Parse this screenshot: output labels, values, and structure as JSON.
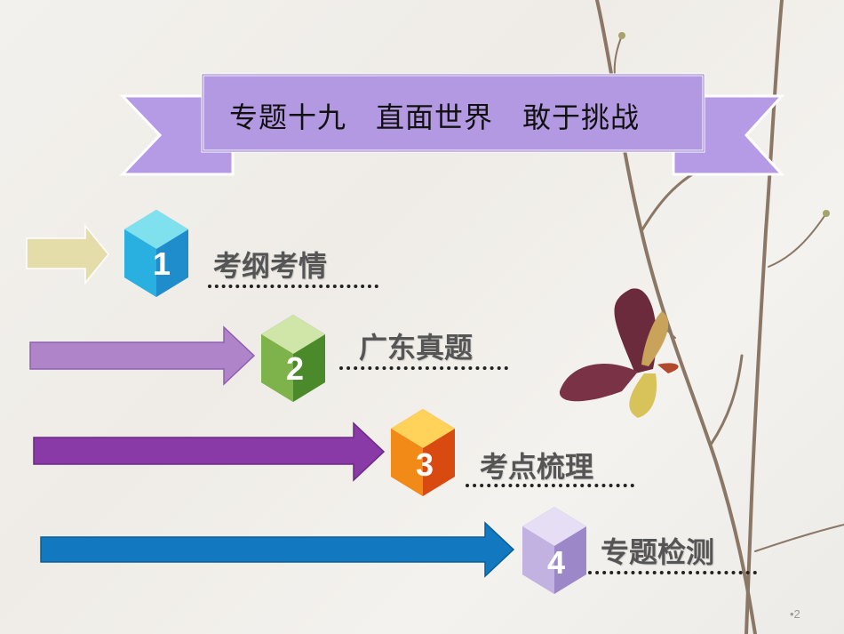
{
  "title": "专题十九　直面世界　敢于挑战",
  "menu": [
    {
      "number": "1",
      "label": "考纲考情",
      "color": "#3aa7d8"
    },
    {
      "number": "2",
      "label": "广东真题",
      "color": "#6aa33a"
    },
    {
      "number": "3",
      "label": "考点梳理",
      "color": "#f08a10"
    },
    {
      "number": "4",
      "label": "专题检测",
      "color": "#b7a6d8"
    }
  ],
  "page_number": "•2"
}
